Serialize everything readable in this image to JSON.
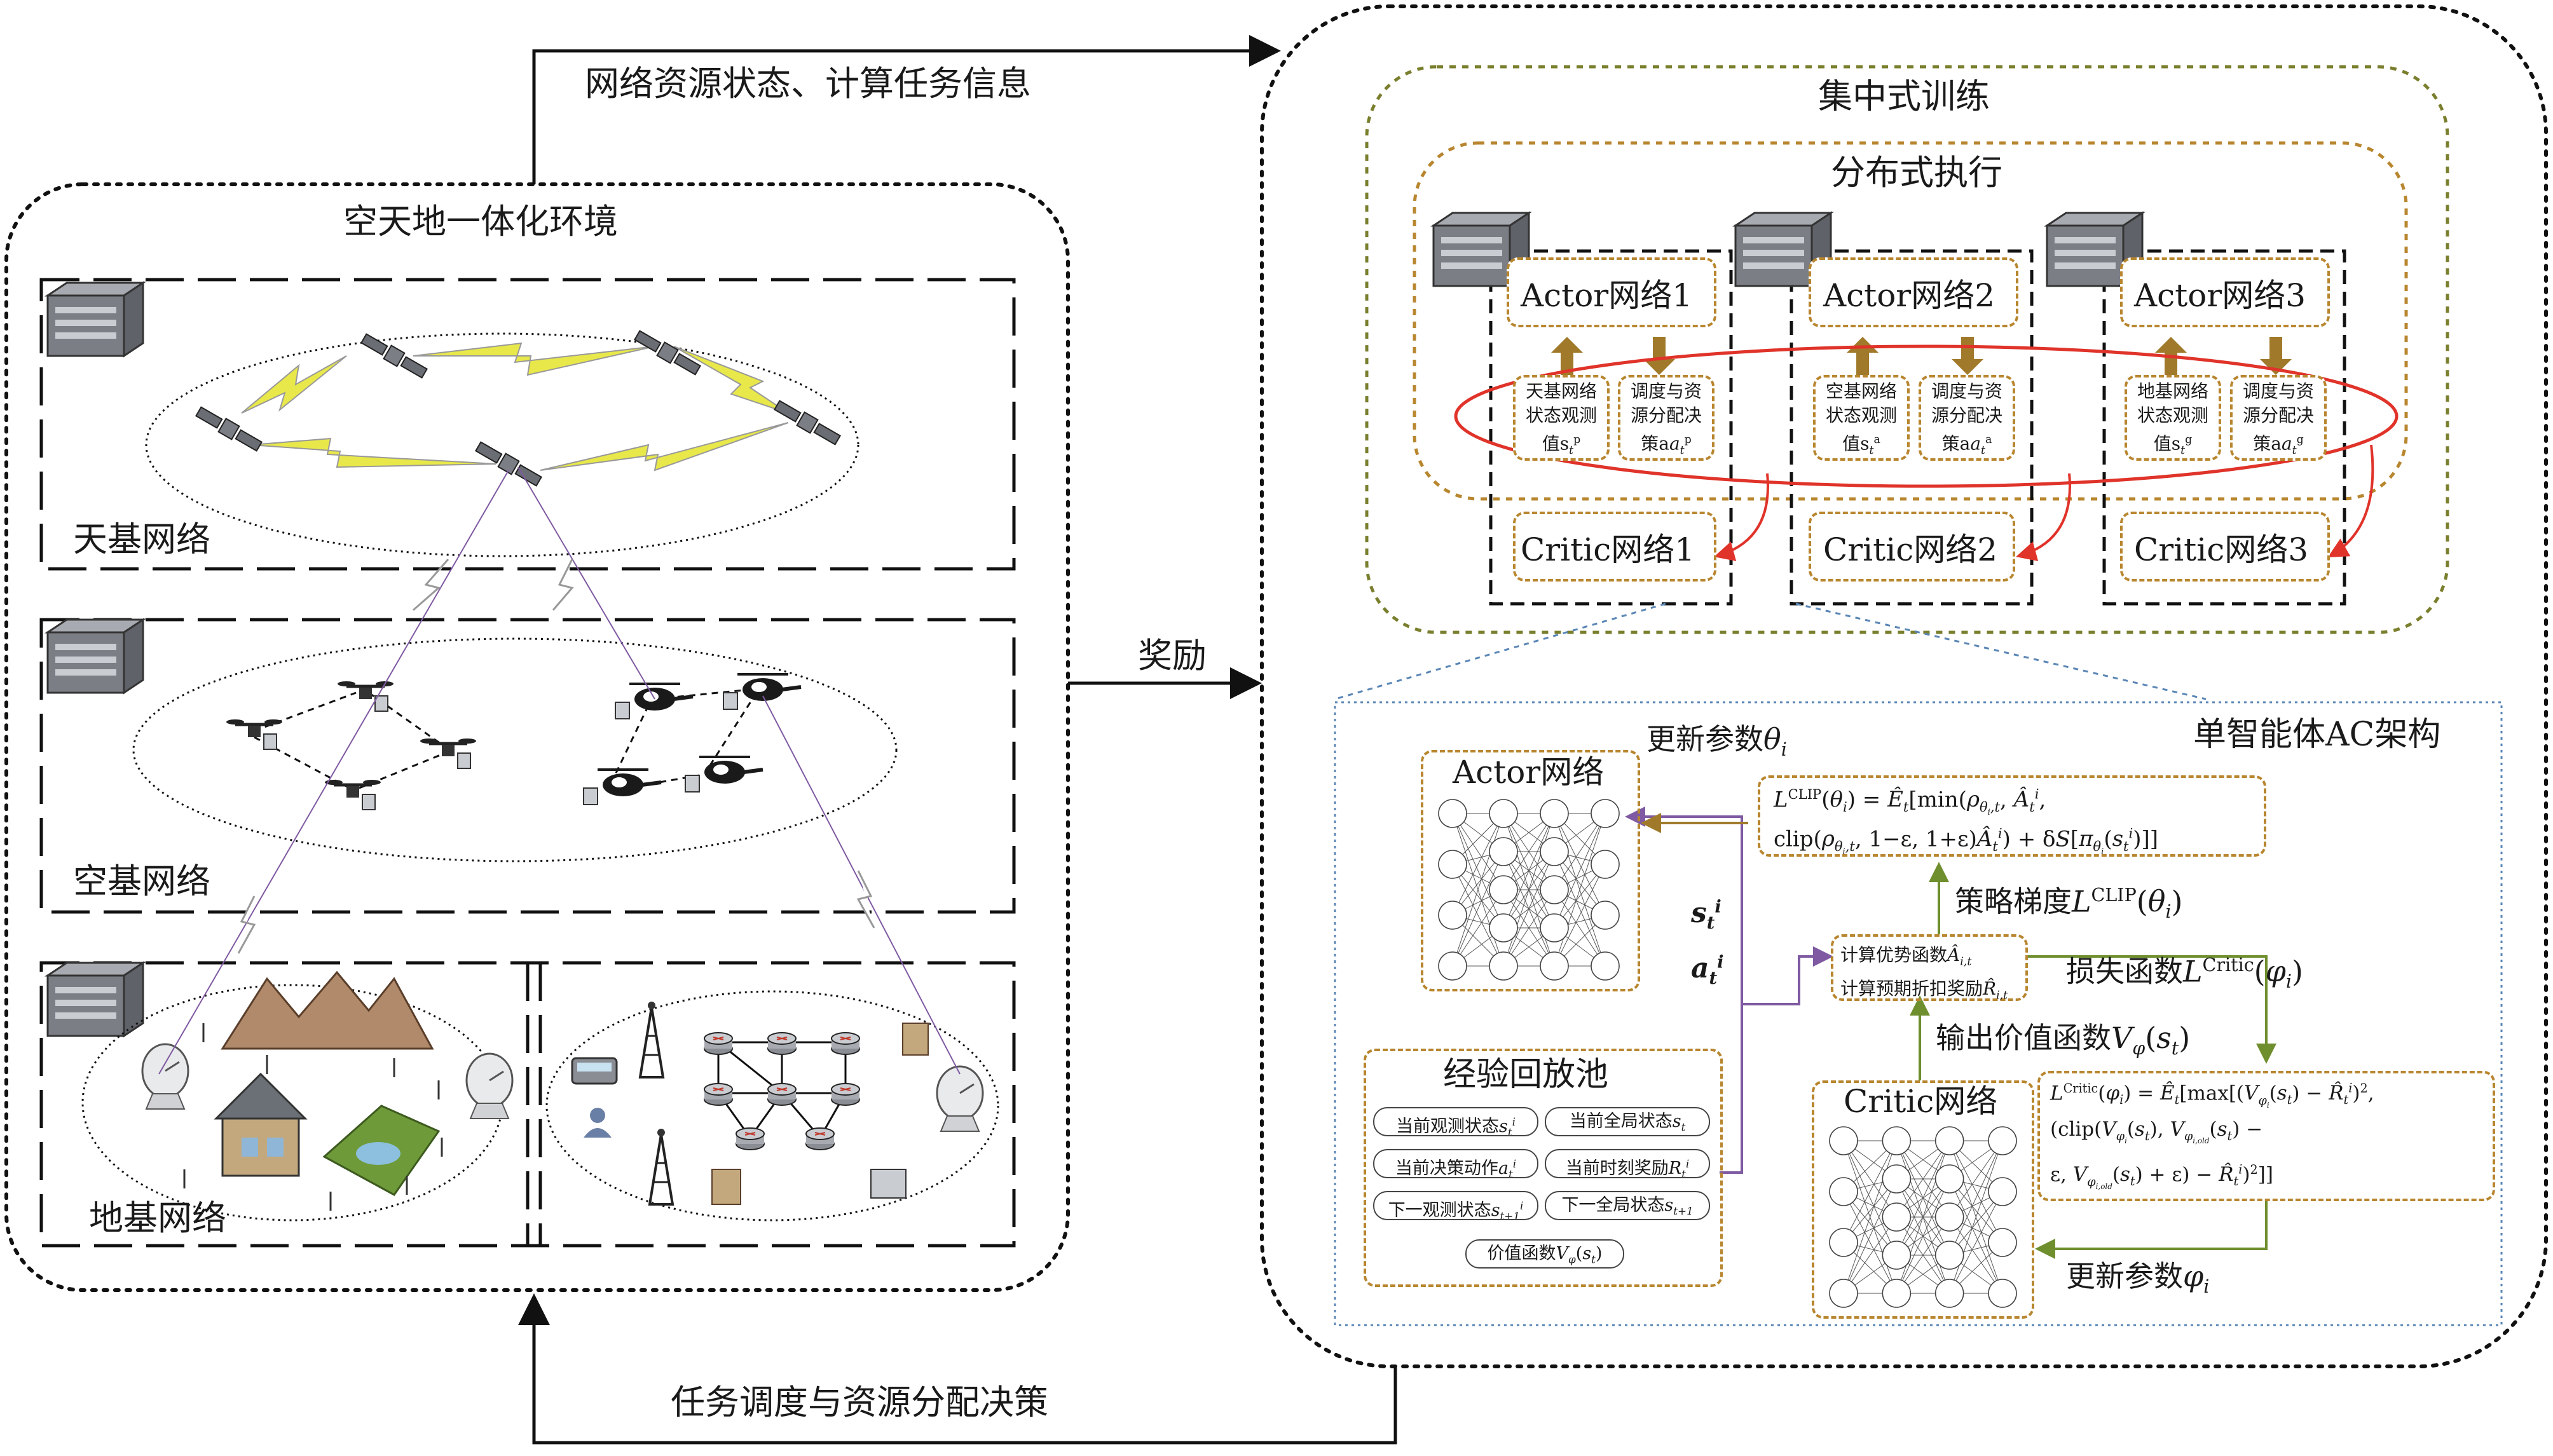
{
  "arrows": {
    "top": "网络资源状态、计算任务信息",
    "reward": "奖励",
    "bottom": "任务调度与资源分配决策"
  },
  "environment": {
    "title": "空天地一体化环境",
    "space_label": "天基网络",
    "air_label": "空基网络",
    "ground_label": "地基网络"
  },
  "training": {
    "centralized": "集中式训练",
    "distributed": "分布式执行",
    "agents": [
      {
        "actor": "Actor网络1",
        "critic": "Critic网络1",
        "state_line1": "天基网络",
        "state_line2": "状态观测",
        "state_line3": "值s",
        "decision_line1": "调度与资",
        "decision_line2": "源分配决",
        "decision_line3": "策a"
      },
      {
        "actor": "Actor网络2",
        "critic": "Critic网络2",
        "state_line1": "空基网络",
        "state_line2": "状态观测",
        "state_line3": "值s",
        "decision_line1": "调度与资",
        "decision_line2": "源分配决",
        "decision_line3": "策a"
      },
      {
        "actor": "Actor网络3",
        "critic": "Critic网络3",
        "state_line1": "地基网络",
        "state_line2": "状态观测",
        "state_line3": "值s",
        "decision_line1": "调度与资",
        "decision_line2": "源分配决",
        "decision_line3": "策a"
      }
    ]
  },
  "single_agent": {
    "title": "单智能体AC架构",
    "actor": "Actor网络",
    "critic": "Critic网络",
    "update_theta": "更新参数",
    "update_phi": "更新参数",
    "policy_gradient": "策略梯度",
    "loss_function": "损失函数",
    "value_output": "输出价值函数",
    "advantage": "计算优势函数",
    "discounted_reward": "计算预期折扣奖励",
    "replay_pool": "经验回放池",
    "replay_items": [
      "当前观测状态",
      "当前全局状态",
      "当前决策动作",
      "当前时刻奖励",
      "下一观测状态",
      "下一全局状态",
      "价值函数"
    ]
  },
  "colors": {
    "orange_dashed": "#b8862f",
    "olive_dashed": "#7a7f2e",
    "red_ellipse": "#e0332a",
    "purple_arrow": "#7f5aa2",
    "green_arrow": "#6f8f2f",
    "blue_dotted": "#5a86b5",
    "lightning": "#e8e84a"
  }
}
